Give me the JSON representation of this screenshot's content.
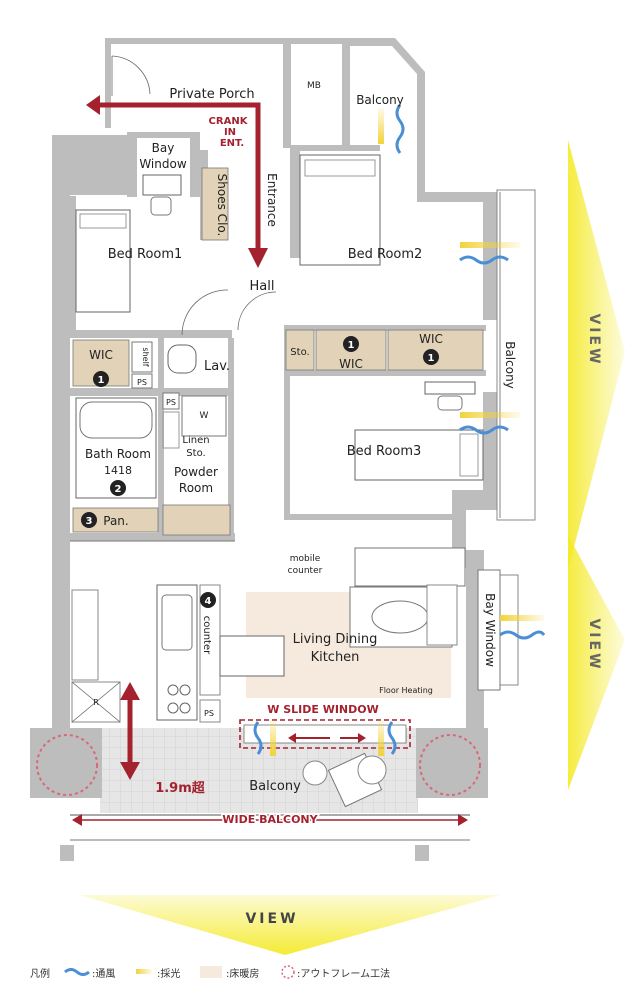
{
  "rooms": {
    "private_porch": "Private Porch",
    "mb": "MB",
    "balcony_top": "Balcony",
    "crank_entrance_line1": "CRANK",
    "crank_entrance_line2": "IN",
    "crank_entrance_line3": "ENT.",
    "bay_window_top_line1": "Bay",
    "bay_window_top_line2": "Window",
    "shoes_closet": "Shoes Clo.",
    "entrance": "Entrance",
    "bed_room1": "Bed Room1",
    "bed_room2": "Bed Room2",
    "bed_room3": "Bed Room3",
    "hall": "Hall",
    "wic_left": "WIC",
    "shelf": "shelf",
    "ps_left": "PS",
    "lav": "Lav.",
    "sto": "Sto.",
    "wic_mid": "WIC",
    "wic_right": "WIC",
    "balcony_right": "Balcony",
    "ps_bath": "PS",
    "w_machine": "W",
    "linen_sto_line1": "Linen",
    "linen_sto_line2": "Sto.",
    "bath_room_line1": "Bath Room",
    "bath_room_line2": "1418",
    "powder_room_line1": "Powder",
    "powder_room_line2": "Room",
    "pantry": "Pan.",
    "mobile_counter_line1": "mobile",
    "mobile_counter_line2": "counter",
    "counter": "counter",
    "bay_window_right": "Bay Window",
    "living_dining_line1": "Living Dining",
    "living_dining_line2": "Kitchen",
    "floor_heating": "Floor Heating",
    "fridge": "R",
    "ps_kitchen": "PS",
    "w_slide_window": "W SLIDE WINDOW",
    "balcony_bottom": "Balcony",
    "depth_note": "1.9m超",
    "wide_balcony": "WIDE BALCONY"
  },
  "markers": {
    "m1": "1",
    "m2": "2",
    "m3": "3",
    "m4": "4"
  },
  "views": {
    "right_upper": "VIEW",
    "right_lower": "VIEW",
    "bottom": "VIEW"
  },
  "legend": {
    "title": "凡例",
    "ventilation": ":通風",
    "daylight": ":採光",
    "floor_heating": ":床暖房",
    "outframe": ":アウトフレーム工法"
  },
  "colors": {
    "accent_red": "#a3222e",
    "view_yellow": "#f4ea2a",
    "wind_blue": "#4a8fd6",
    "light_yellow": "#f2d33a",
    "storage_beige": "#e2d3b8",
    "floor_heating": "#f6eadf",
    "wall_gray": "#bdbdbd",
    "balcony_tile": "#e6e6e6",
    "outframe_pink": "#d66a78"
  }
}
